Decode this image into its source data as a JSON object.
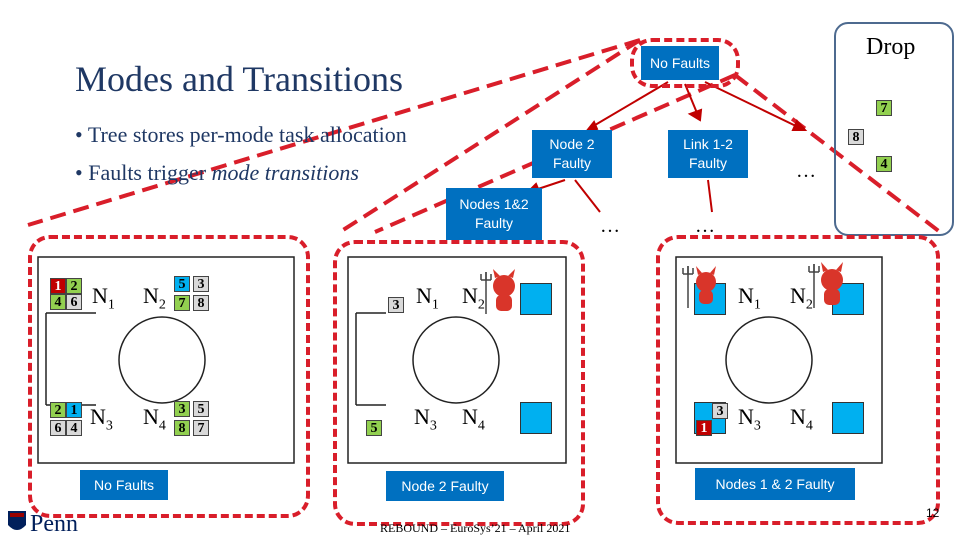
{
  "title": "Modes and Transitions",
  "bullets": [
    "Tree stores per-mode task allocation",
    "Faults trigger ",
    "mode transitions"
  ],
  "tree": {
    "root": "No Faults",
    "drop": "Drop",
    "node2": "Node 2 Faulty",
    "link12": "Link 1-2 Faulty",
    "nodes12": "Nodes 1&2 Faulty",
    "ellipsis": "…",
    "drop_tasks": [
      "7",
      "8",
      "4"
    ]
  },
  "panels": [
    {
      "label": "No Faults",
      "nodes": [
        "N1",
        "N2",
        "N3",
        "N4"
      ],
      "tasks": {
        "n1": [
          "1",
          "2",
          "4",
          "6"
        ],
        "n2": [
          "5",
          "3",
          "7",
          "8"
        ],
        "n3": [
          "2",
          "1",
          "6",
          "4"
        ],
        "n4": [
          "3",
          "5",
          "8",
          "7"
        ]
      }
    },
    {
      "label": "Node 2 Faulty",
      "nodes": [
        "N1",
        "N2",
        "N3",
        "N4"
      ],
      "tasks": {
        "n1": [
          "3"
        ],
        "n3": [
          "5"
        ]
      }
    },
    {
      "label": "Nodes 1 & 2 Faulty",
      "nodes": [
        "N1",
        "N2",
        "N3",
        "N4"
      ],
      "tasks": {
        "n3": [
          "3",
          "1"
        ]
      }
    }
  ],
  "footer": "REBOUND – EuroSys’21 – April 2021",
  "page_number": "12",
  "logo_text": "Penn",
  "colors": {
    "accent_blue": "#0070c0",
    "dash_red": "#d91e2a",
    "title_navy": "#1f3864",
    "node_blue": "#00b0f0"
  },
  "icons": [
    "devil-icon",
    "penn-shield-icon"
  ]
}
